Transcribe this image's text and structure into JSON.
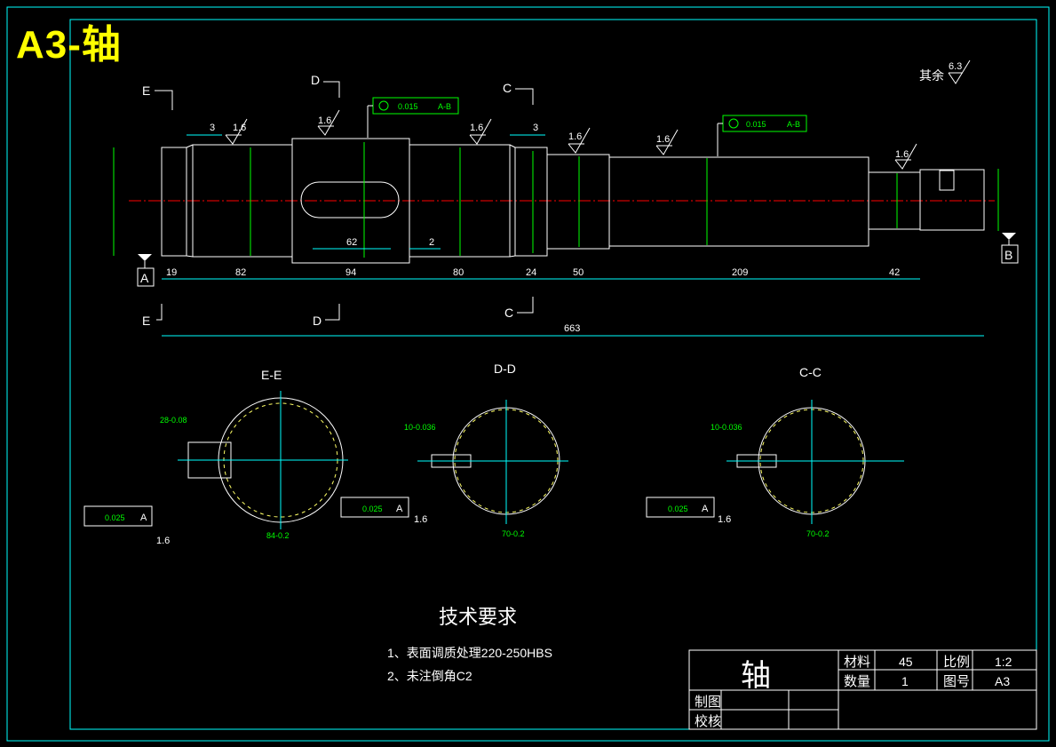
{
  "sheet_title": "A3-轴",
  "roughness_other": "其余",
  "roughness_other_value": "6.3",
  "roughness_value": "1.6",
  "tolerance": {
    "value": "0.015",
    "datum": "A-B"
  },
  "section_labels": {
    "E": "E",
    "D": "D",
    "C": "C"
  },
  "datum_labels": {
    "A": "A",
    "B": "B"
  },
  "dims_lengths": [
    "19",
    "82",
    "94",
    "80",
    "24",
    "50",
    "209",
    "42"
  ],
  "total_length": "663",
  "chamfer_dims": [
    "3",
    "3"
  ],
  "key_dims": [
    "62",
    "2"
  ],
  "sections": [
    {
      "title": "E-E",
      "width_dim": "84-0.2",
      "depth_dim": "28-0.08",
      "flat": "0.025",
      "datum": "A",
      "rough": "1.6"
    },
    {
      "title": "D-D",
      "width_dim": "70-0.2",
      "depth_dim": "10-0.036",
      "flat": "0.025",
      "datum": "A",
      "rough": "1.6"
    },
    {
      "title": "C-C",
      "width_dim": "70-0.2",
      "depth_dim": "10-0.036",
      "flat": "0.025",
      "datum": "A",
      "rough": "1.6"
    }
  ],
  "tech_req": {
    "title": "技术要求",
    "items": [
      "1、表面调质处理220-250HBS",
      "2、未注倒角C2"
    ]
  },
  "title_block": {
    "part_name": "轴",
    "material_label": "材料",
    "material": "45",
    "scale_label": "比例",
    "scale": "1:2",
    "qty_label": "数量",
    "qty": "1",
    "drawing_no_label": "图号",
    "drawing_no": "A3",
    "drawn_by": "制图",
    "checked_by": "校核"
  }
}
